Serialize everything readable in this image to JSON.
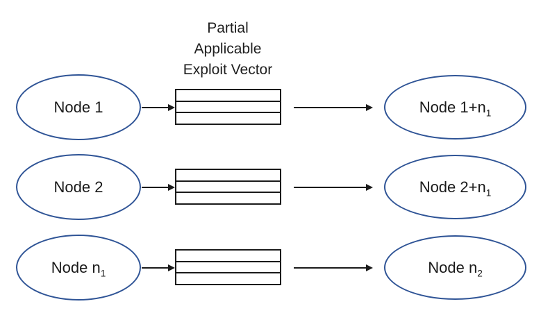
{
  "title": {
    "line1": "Partial",
    "line2": "Applicable",
    "line3": "Exploit Vector"
  },
  "exploit_vector": {
    "rows_per_stack": 3
  },
  "colors": {
    "ellipse_border": "#2F5496",
    "line": "#1A1A1A",
    "background": "#FFFFFF"
  },
  "rows": [
    {
      "left": {
        "label": "Node 1",
        "sub": ""
      },
      "right": {
        "label": "Node 1+n",
        "sub": "1"
      }
    },
    {
      "left": {
        "label": "Node 2",
        "sub": ""
      },
      "right": {
        "label": "Node 2+n",
        "sub": "1"
      }
    },
    {
      "left": {
        "label": "Node n",
        "sub": "1"
      },
      "right": {
        "label": "Node n",
        "sub": "2"
      }
    }
  ]
}
